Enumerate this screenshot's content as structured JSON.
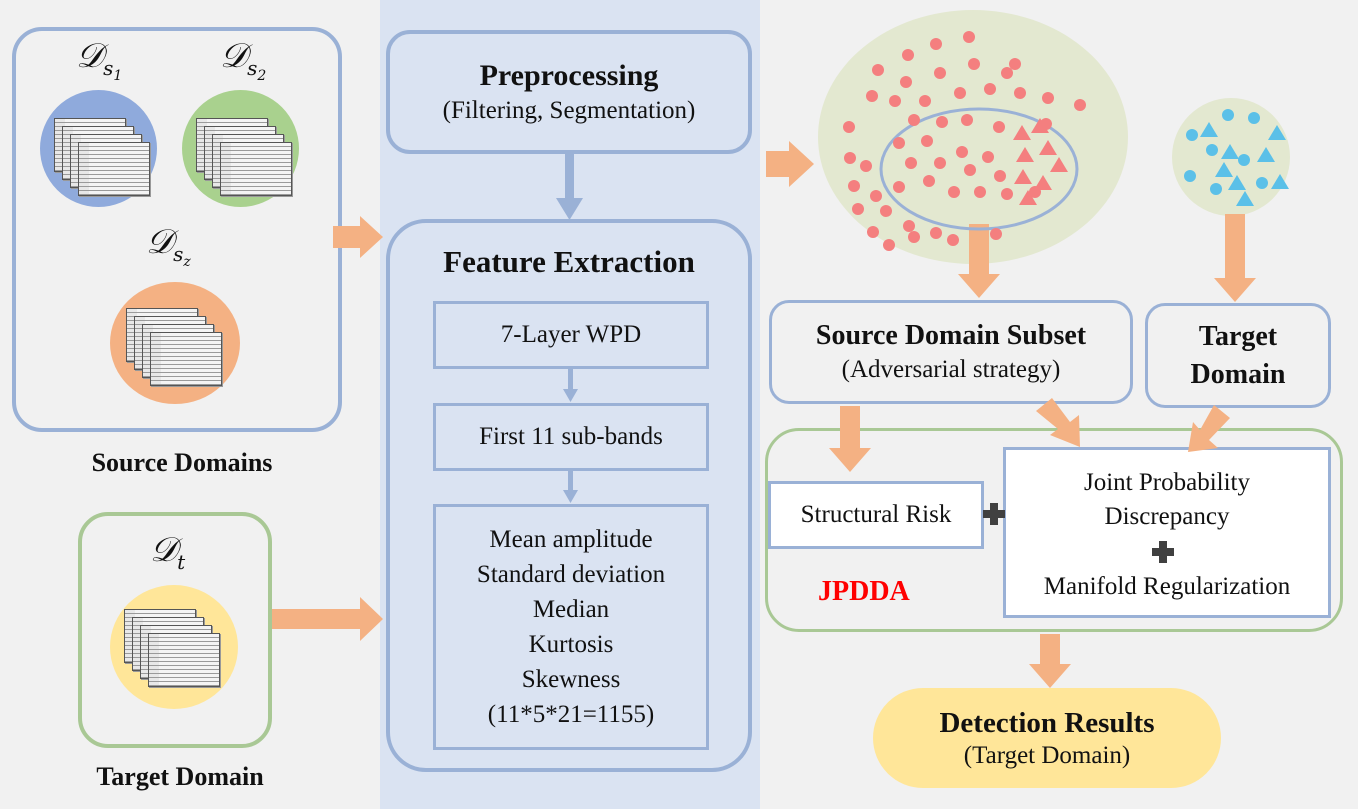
{
  "source_panel": {
    "caption": "Source Domains",
    "domains": [
      {
        "symbol": "𝒟",
        "sub": "s",
        "subsub": "1",
        "color": "#8faadc"
      },
      {
        "symbol": "𝒟",
        "sub": "s",
        "subsub": "2",
        "color": "#a9d18e"
      },
      {
        "symbol": "𝒟",
        "sub": "s",
        "subsub": "z",
        "color": "#f4b183"
      }
    ]
  },
  "target_panel": {
    "caption": "Target Domain",
    "domain": {
      "symbol": "𝒟",
      "sub": "t",
      "color": "#ffe699"
    }
  },
  "preprocessing": {
    "title": "Preprocessing",
    "subtitle": "(Filtering, Segmentation)"
  },
  "feature_extraction": {
    "title": "Feature Extraction",
    "step1": "7-Layer WPD",
    "step2": "First 11 sub-bands",
    "stats": [
      "Mean amplitude",
      "Standard deviation",
      "Median",
      "Kurtosis",
      "Skewness",
      "(11*5*21=1155)"
    ]
  },
  "source_subset": {
    "title": "Source Domain Subset",
    "subtitle": "(Adversarial strategy)"
  },
  "target_domain_box": {
    "line1": "Target",
    "line2": "Domain"
  },
  "jpdda": {
    "label": "JPDDA",
    "label_color": "#ff0000",
    "structural_risk": "Structural Risk",
    "joint_prob_line1": "Joint Probability",
    "joint_prob_line2": "Discrepancy",
    "manifold": "Manifold Regularization"
  },
  "detection": {
    "title": "Detection Results",
    "subtitle": "(Target Domain)"
  },
  "colors": {
    "arrow": "#f4b183",
    "blue_border": "#9ab1d6",
    "green_border": "#a9c895",
    "panel_fill": "#dae3f2",
    "red_points": "#f47f7f",
    "cyan_points": "#5bc0e8",
    "cluster_fill": "#e3e8d0"
  }
}
